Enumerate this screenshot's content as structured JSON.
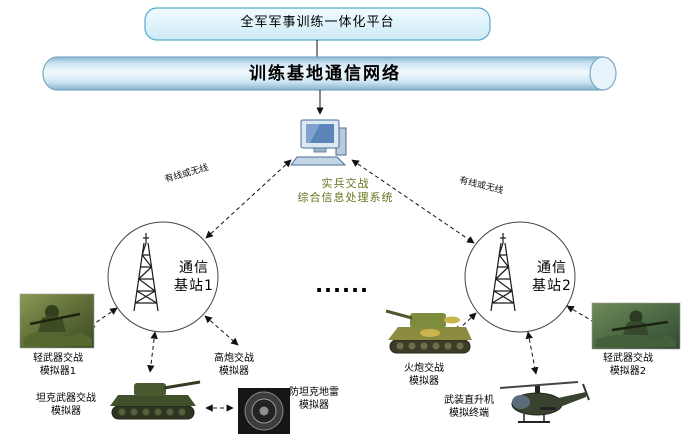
{
  "platform": {
    "title": "全军军事训练一体化平台"
  },
  "network": {
    "title": "训练基地通信网络"
  },
  "processor": {
    "line1": "实兵交战",
    "line2": "综合信息处理系统"
  },
  "links": {
    "left": "有线或无线",
    "right": "有线或无线"
  },
  "stations": {
    "s1": {
      "line1": "通信",
      "line2": "基站1"
    },
    "s2": {
      "line1": "通信",
      "line2": "基站2"
    }
  },
  "ellipsis": "......",
  "devices": {
    "lw1": {
      "line1": "轻武器交战",
      "line2": "模拟器1"
    },
    "tank": {
      "line1": "坦克武器交战",
      "line2": "模拟器"
    },
    "aagun": {
      "line1": "高炮交战",
      "line2": "模拟器"
    },
    "mine": {
      "line1": "防坦克地雷",
      "line2": "模拟器"
    },
    "artillery": {
      "line1": "火炮交战",
      "line2": "模拟器"
    },
    "heli": {
      "line1": "武装直升机",
      "line2": "模拟终端"
    },
    "lw2": {
      "line1": "轻武器交战",
      "line2": "模拟器2"
    }
  },
  "colors": {
    "platform_fill": "#dff4fb",
    "platform_border": "#56aacd",
    "cylinder_edge": "#7aa8c4",
    "processor_text": "#6b731f",
    "line": "#111111"
  }
}
